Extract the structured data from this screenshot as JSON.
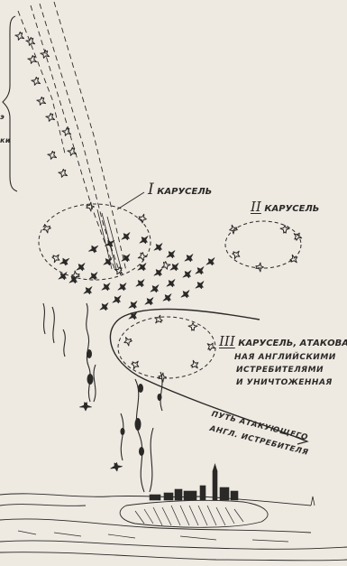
{
  "labels": {
    "carousel_1": {
      "numeral": "I",
      "text": "КАРУСЕЛЬ"
    },
    "carousel_2": {
      "numeral": "II",
      "text": "КАРУСЕЛЬ"
    },
    "carousel_3": {
      "numeral": "III",
      "line1": "КАРУСЕЛЬ, АТАКОВАН-",
      "line2": "НАЯ АНГЛИЙСКИМИ",
      "line3": "ИСТРЕБИТЕЛЯМИ",
      "line4": "И УНИЧТОЖЕННАЯ"
    },
    "fighter_path": {
      "line1": "ПУТЬ АТАКУЮЩЕГО",
      "line2": "АНГЛ. ИСТРЕБИТЕЛЯ"
    },
    "left_edge": {
      "char1": "э",
      "char2": "ки"
    }
  },
  "colors": {
    "paper": "#eeeae2",
    "ink": "#2b2927"
  }
}
